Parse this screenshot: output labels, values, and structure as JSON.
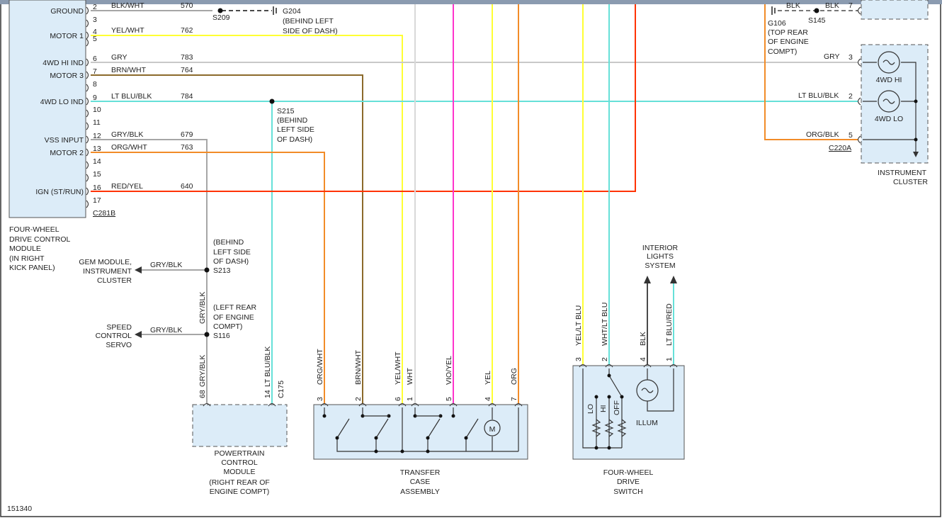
{
  "diagram_id": "151340",
  "colors": {
    "gry": "#c8c8c8",
    "grayblk": "#a6a6a6",
    "yel": "#ffff33",
    "ltblu": "#66e0d8",
    "brn": "#8b6a2b",
    "org": "#f28c28",
    "red": "#ff3300",
    "vio": "#ff33cc",
    "blk": "#4a4a4a",
    "wht": "#d8d8d8",
    "bg": "#ffffff",
    "box": "#dcecf8"
  },
  "module": {
    "name_lines": [
      "FOUR-WHEEL",
      "DRIVE CONTROL",
      "MODULE",
      "(IN RIGHT",
      "KICK PANEL)"
    ],
    "connector": "C281B",
    "pins": [
      {
        "num": "2",
        "label": "GROUND",
        "color": "BLK/WHT",
        "circuit": "570"
      },
      {
        "num": "3",
        "label": "",
        "color": "",
        "circuit": ""
      },
      {
        "num": "4",
        "label": "MOTOR 1",
        "color": "YEL/WHT",
        "circuit": "762"
      },
      {
        "num": "5",
        "label": "",
        "color": "",
        "circuit": ""
      },
      {
        "num": "6",
        "label": "4WD HI IND",
        "color": "GRY",
        "circuit": "783"
      },
      {
        "num": "7",
        "label": "MOTOR 3",
        "color": "BRN/WHT",
        "circuit": "764"
      },
      {
        "num": "8",
        "label": "",
        "color": "",
        "circuit": ""
      },
      {
        "num": "9",
        "label": "4WD LO IND",
        "color": "LT BLU/BLK",
        "circuit": "784"
      },
      {
        "num": "10",
        "label": "",
        "color": "",
        "circuit": ""
      },
      {
        "num": "11",
        "label": "",
        "color": "",
        "circuit": ""
      },
      {
        "num": "12",
        "label": "VSS INPUT",
        "color": "GRY/BLK",
        "circuit": "679"
      },
      {
        "num": "13",
        "label": "MOTOR 2",
        "color": "ORG/WHT",
        "circuit": "763"
      },
      {
        "num": "14",
        "label": "",
        "color": "",
        "circuit": ""
      },
      {
        "num": "15",
        "label": "",
        "color": "",
        "circuit": ""
      },
      {
        "num": "16",
        "label": "IGN (ST/RUN)",
        "color": "RED/YEL",
        "circuit": "640"
      },
      {
        "num": "17",
        "label": "",
        "color": "",
        "circuit": ""
      }
    ]
  },
  "splices": {
    "s209": "S209",
    "g204": [
      "G204",
      "(BEHIND LEFT",
      "SIDE OF DASH)"
    ],
    "s215": [
      "S215",
      "(BEHIND",
      "LEFT SIDE",
      "OF DASH)"
    ],
    "s213_note": [
      "(BEHIND",
      "LEFT SIDE",
      "OF DASH)"
    ],
    "s213": "S213",
    "s116_note": [
      "(LEFT REAR",
      "OF ENGINE",
      "COMPT)"
    ],
    "s116": "S116",
    "g106": [
      "G106",
      "(TOP REAR",
      "OF ENGINE",
      "COMPT)"
    ],
    "s145": "S145"
  },
  "branches": {
    "gem_lines": [
      "GEM MODULE,",
      "INSTRUMENT",
      "CLUSTER"
    ],
    "gem_wire": "GRY/BLK",
    "speed_lines": [
      "SPEED",
      "CONTROL",
      "SERVO"
    ],
    "speed_wire": "GRY/BLK",
    "vertical_label": "GRY/BLK"
  },
  "pcm": {
    "name_lines": [
      "POWERTRAIN",
      "CONTROL",
      "MODULE",
      "(RIGHT REAR OF",
      "ENGINE COMPT)"
    ],
    "pins": [
      {
        "num": "68",
        "color": "GRY/BLK"
      },
      {
        "num": "14",
        "color": "LT BLU/BLK"
      }
    ],
    "connector": "C175"
  },
  "transfer_case": {
    "name_lines": [
      "TRANSFER",
      "CASE",
      "ASSEMBLY"
    ],
    "motor": "M",
    "pins": [
      {
        "num": "3",
        "color": "ORG/WHT"
      },
      {
        "num": "2",
        "color": "BRN/WHT"
      },
      {
        "num": "6",
        "color": "YEL/WHT"
      },
      {
        "num": "1",
        "color": "WHT"
      },
      {
        "num": "5",
        "color": "VIO/YEL"
      },
      {
        "num": "4",
        "color": "YEL"
      },
      {
        "num": "7",
        "color": "ORG"
      }
    ]
  },
  "fwd_switch": {
    "name_lines": [
      "FOUR-WHEEL",
      "DRIVE",
      "SWITCH"
    ],
    "pins": [
      {
        "num": "3",
        "color": "YEL/LT BLU"
      },
      {
        "num": "2",
        "color": "WHT/LT BLU"
      },
      {
        "num": "4",
        "color": "BLK"
      },
      {
        "num": "1",
        "color": "LT BLU/RED"
      }
    ],
    "positions": [
      "LO",
      "HI",
      "OFF"
    ],
    "illum": "ILLUM",
    "interior_lines": [
      "INTERIOR",
      "LIGHTS",
      "SYSTEM"
    ]
  },
  "cluster": {
    "name_lines": [
      "INSTRUMENT",
      "CLUSTER"
    ],
    "connector": "C220A",
    "lamp_hi": "4WD HI",
    "lamp_lo": "4WD LO",
    "pins": [
      {
        "num": "7",
        "color": "BLK"
      },
      {
        "num": "3",
        "color": "GRY"
      },
      {
        "num": "2",
        "color": "LT BLU/BLK"
      },
      {
        "num": "5",
        "color": "ORG/BLK"
      }
    ],
    "ground_color": "BLK"
  }
}
